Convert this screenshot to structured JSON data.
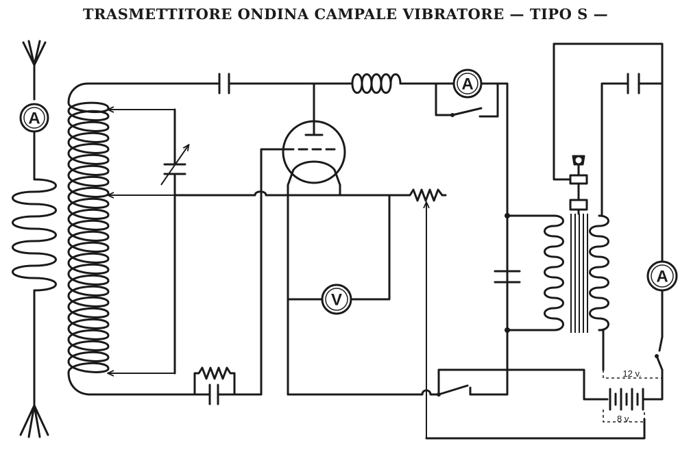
{
  "diagram": {
    "title": "TRASMETTITORE ONDINA CAMPALE VIBRATORE — TIPO S —",
    "meters": {
      "antenna_ammeter": "A",
      "plate_ammeter": "A",
      "right_ammeter": "A",
      "filament_voltmeter": "V"
    },
    "battery_labels": {
      "upper": "12 v.",
      "lower": "8 v."
    }
  }
}
